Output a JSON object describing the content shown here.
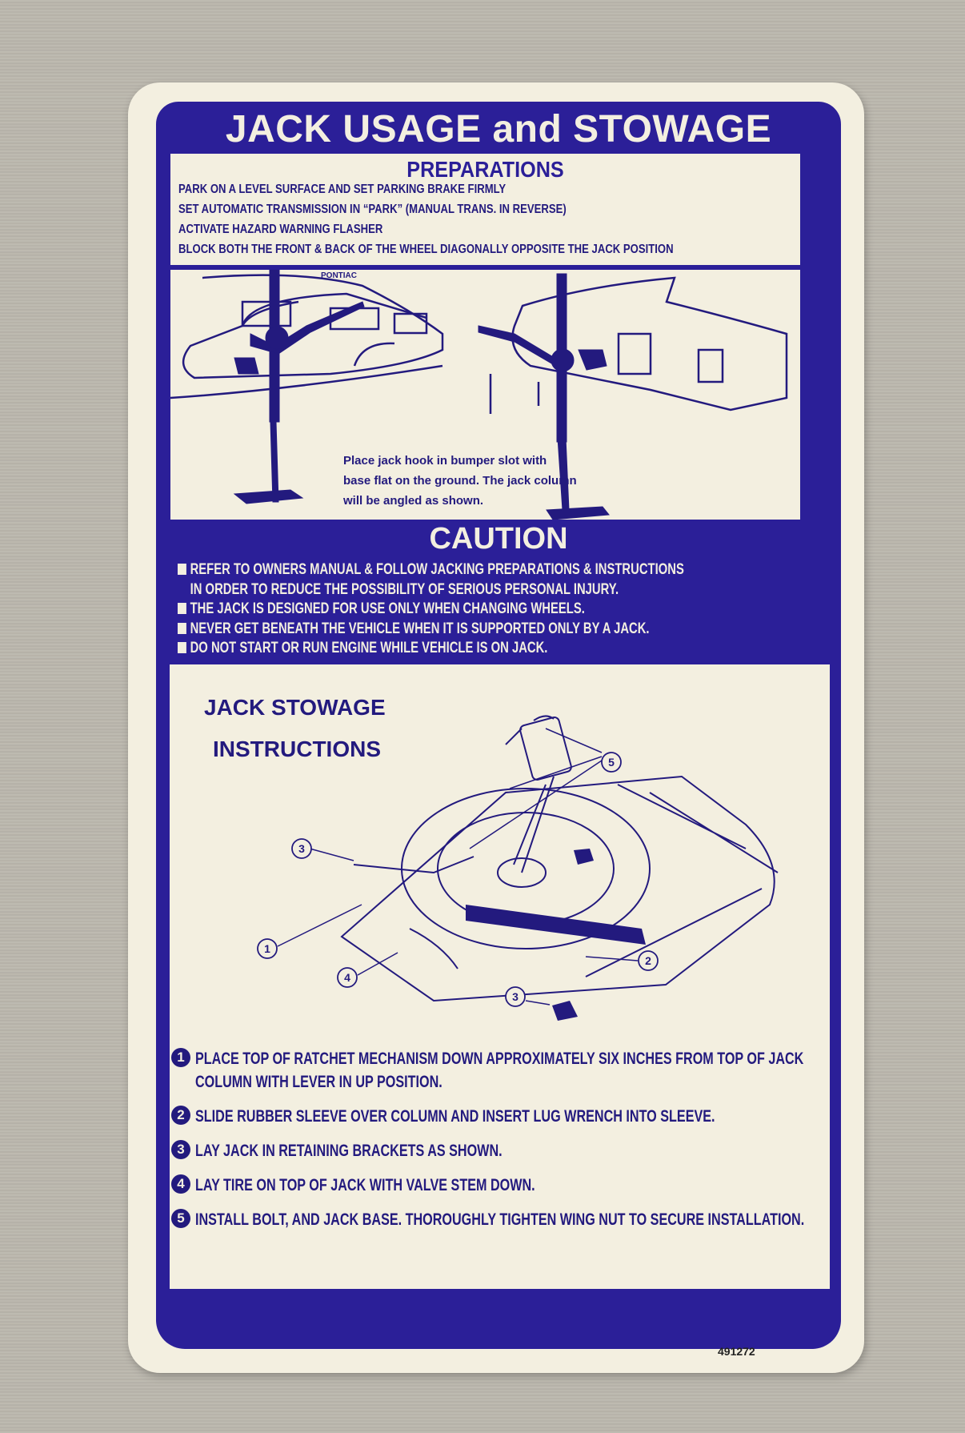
{
  "title": "JACK USAGE and STOWAGE",
  "preparations": {
    "heading": "PREPARATIONS",
    "lines": [
      "PARK ON A LEVEL SURFACE AND SET PARKING BRAKE FIRMLY",
      "SET AUTOMATIC TRANSMISSION IN “PARK” (MANUAL TRANS. IN REVERSE)",
      "ACTIVATE HAZARD WARNING FLASHER",
      "BLOCK BOTH THE FRONT & BACK OF THE WHEEL DIAGONALLY OPPOSITE THE JACK POSITION"
    ]
  },
  "illustration": {
    "badge": "PONTIAC",
    "caption": [
      "Place jack hook in bumper slot with",
      "base flat on the ground. The jack column",
      "will be angled as shown."
    ]
  },
  "caution": {
    "heading": "CAUTION",
    "lines": [
      "REFER TO OWNERS MANUAL & FOLLOW JACKING PREPARATIONS & INSTRUCTIONS",
      "IN ORDER TO REDUCE THE POSSIBILITY OF SERIOUS PERSONAL INJURY.",
      "THE JACK IS DESIGNED FOR USE ONLY WHEN CHANGING WHEELS.",
      "NEVER GET BENEATH THE VEHICLE WHEN IT IS SUPPORTED ONLY BY A JACK.",
      "DO NOT START OR RUN ENGINE WHILE VEHICLE IS ON JACK."
    ]
  },
  "stowage": {
    "heading_1": "JACK  STOWAGE",
    "heading_2": "INSTRUCTIONS",
    "callouts": [
      "3",
      "5",
      "1",
      "2",
      "4",
      "3"
    ],
    "steps": [
      {
        "num": "1",
        "text": "PLACE TOP OF RATCHET MECHANISM DOWN APPROXIMATELY SIX INCHES FROM TOP OF JACK COLUMN WITH LEVER IN UP POSITION."
      },
      {
        "num": "2",
        "text": "SLIDE RUBBER SLEEVE OVER COLUMN AND INSERT LUG WRENCH INTO SLEEVE."
      },
      {
        "num": "3",
        "text": "LAY JACK IN RETAINING BRACKETS AS SHOWN."
      },
      {
        "num": "4",
        "text": "LAY TIRE ON TOP OF JACK WITH VALVE STEM DOWN."
      },
      {
        "num": "5",
        "text": "INSTALL BOLT, AND JACK BASE. THOROUGHLY TIGHTEN WING NUT TO SECURE INSTALLATION."
      }
    ]
  },
  "part_number": "491272",
  "colors": {
    "blue": "#2b1f98",
    "cream": "#f3efe0",
    "background": "#bbb7ad"
  }
}
